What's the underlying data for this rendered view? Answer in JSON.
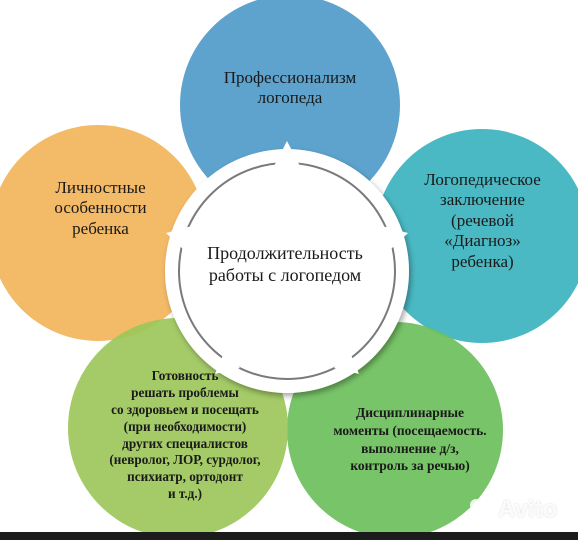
{
  "center": {
    "text": "Продолжительность\nработы с логопедом"
  },
  "petals": {
    "top": {
      "text": "Профессионализм\nлогопеда",
      "color": "#4f9bc9"
    },
    "right": {
      "text": "Логопедическое\nзаключение\n(речевой\n«Диагноз»\nребенка)",
      "color": "#3bb3bf"
    },
    "left": {
      "text": "Личностные\nособенности\nребенка",
      "color": "#f2b45a"
    },
    "bottom_left": {
      "text": "Готовность\nрешать проблемы\nсо здоровьем и посещать\n(при необходимости)\nдругих специалистов\n(невролог, ЛОР, сурдолог,\nпсихиатр, ортодонт\nи т.д.)",
      "color": "#9cc75a"
    },
    "bottom_right": {
      "text": "Дисциплинарные\nмоменты (посещаемость.\nвыполнение д/з,\nконтроль за речью)",
      "color": "#6cbf5b"
    }
  },
  "watermark": {
    "text": "Avito"
  }
}
